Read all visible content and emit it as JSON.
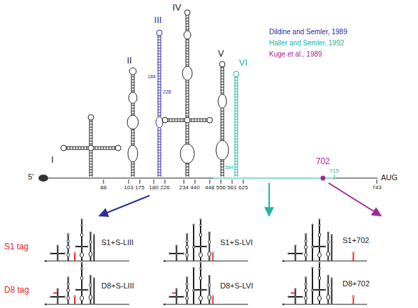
{
  "diagram": {
    "labels": [
      "I",
      "II",
      "III",
      "IV",
      "V",
      "VI",
      "5'",
      "88",
      "103",
      "175",
      "180",
      "226",
      "234",
      "440",
      "448",
      "556",
      "561",
      "625",
      "184",
      "228",
      "564",
      "702",
      "715",
      "AUG",
      "743",
      "Dildine and Semler, 1989",
      "Haller and Semler, 1992",
      "Kuge et al., 1989",
      "S1 tag",
      "D8 tag",
      "S1+S-LIII",
      "S1+S-LVI",
      "S1+702",
      "D8+S-LIII",
      "D8+S-LVI",
      "D8+702"
    ]
  }
}
